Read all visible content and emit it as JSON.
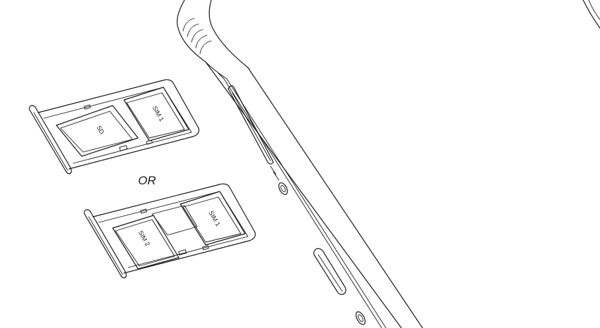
{
  "tray_top": {
    "slot_left_label": "SD",
    "slot_right_label": "SIM 1"
  },
  "separator_text": "OR",
  "tray_bottom": {
    "slot_left_label": "SIM 2",
    "slot_right_label": "SIM 1"
  },
  "colors": {
    "line": "#1a1a1a",
    "background": "#ffffff"
  }
}
